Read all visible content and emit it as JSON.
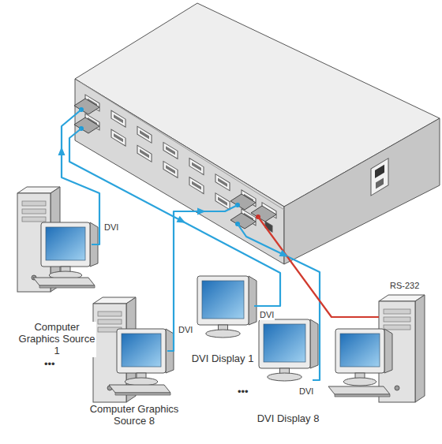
{
  "diagram": {
    "labels": [
      "DVI",
      "Computer Graphics Source 1",
      "•••",
      "DVI",
      "Computer Graphics Source 8",
      "DVI",
      "DVI Display 1",
      "•••",
      "DVI",
      "DVI Display 8",
      "RS-232"
    ]
  }
}
